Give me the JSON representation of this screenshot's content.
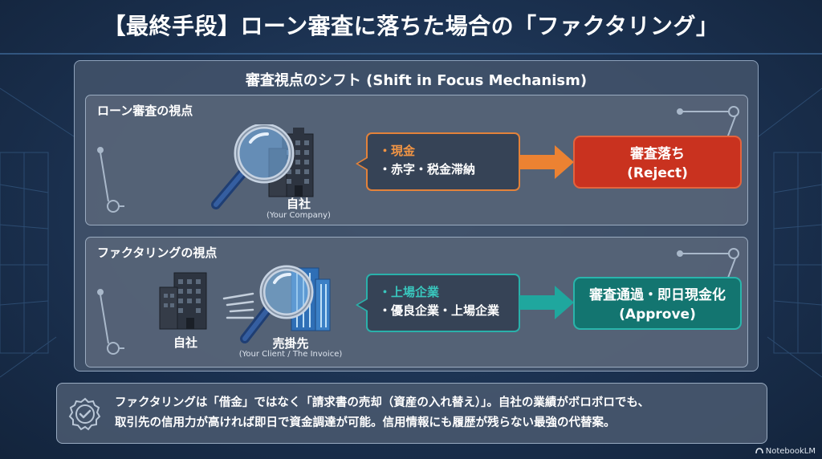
{
  "title": "【最終手段】ローン審査に落ちた場合の「ファクタリング」",
  "mechanism": {
    "title": "審査視点のシフト (Shift in Focus Mechanism)"
  },
  "loan_view": {
    "label": "ローン審査の視点",
    "company_label": "自社",
    "company_sublabel": "(Your Company)",
    "bullet_1": "・現金",
    "bullet_2": "・赤字・税金滞納",
    "result_line_1": "審査落ち",
    "result_line_2": "(Reject)"
  },
  "factoring_view": {
    "label": "ファクタリングの視点",
    "company_label": "自社",
    "client_label": "売掛先",
    "client_sublabel": "(Your Client / The Invoice)",
    "bullet_1": "・上場企業",
    "bullet_2": "・優良企業・上場企業",
    "result_line_1": "審査通過・即日現金化",
    "result_line_2": "(Approve)"
  },
  "summary": {
    "line_1": "ファクタリングは「借金」ではなく「請求書の売却（資産の入れ替え）」。自社の業績がボロボロでも、",
    "line_2": "取引先の信用力が高ければ即日で資金調達が可能。信用情報にも履歴が残らない最強の代替案。"
  },
  "brand": "NotebookLM",
  "icons": {
    "magnifier": "magnifier-icon",
    "building": "building-icon",
    "badge": "check-badge-icon",
    "arrow": "arrow-right-icon"
  },
  "colors": {
    "reject": "#c9321f",
    "approve": "#137570",
    "orange_accent": "#e3823a",
    "teal_accent": "#2ab1aa"
  }
}
